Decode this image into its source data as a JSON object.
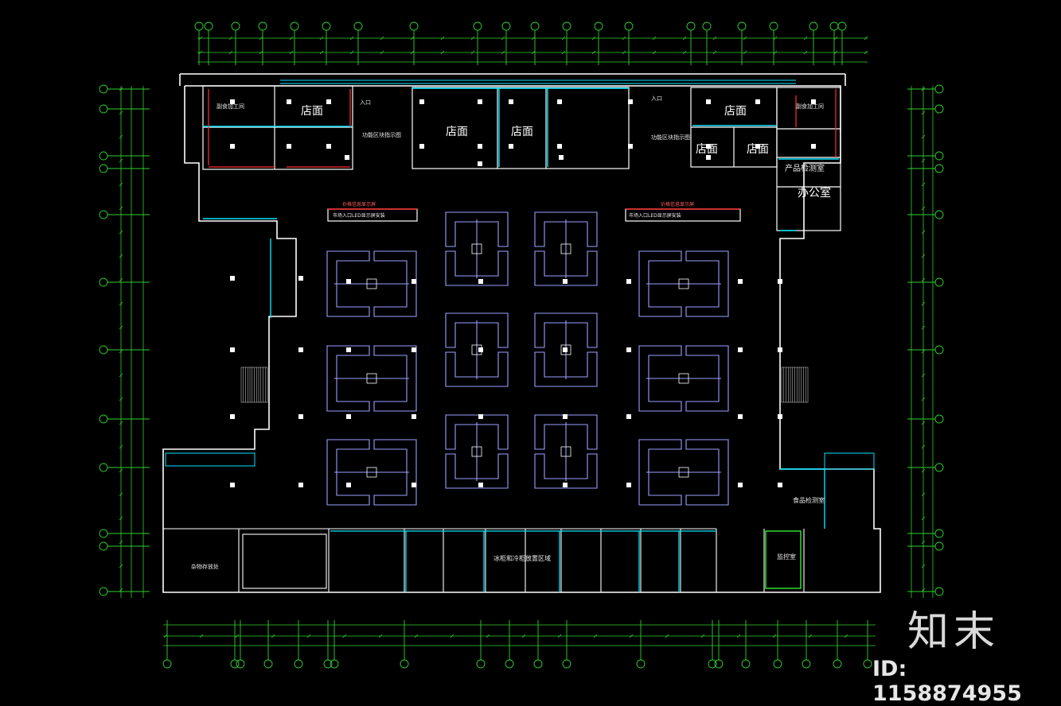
{
  "plan": {
    "rooms": {
      "store_a": "店面",
      "store_b": "店面",
      "store_c": "店面",
      "store_d": "店面",
      "store_e": "店面",
      "store_f": "店面",
      "office": "办公室",
      "inspection": "产品检测室",
      "food_test": "食品检测室",
      "monitor": "监控室"
    },
    "notes": {
      "entrance_a": "入口",
      "entrance_b": "入口",
      "display_a": "功能区块指示图",
      "display_b": "功能区块指示图",
      "price_left": "价格信息显示屏",
      "price_right": "价格信息显示屏",
      "led_left": "市场入口LED显示屏安装",
      "led_right": "市场入口LED显示屏安装",
      "bottom_zone": "冰柜和冷柜放置区域",
      "bottom_left": "杂物存放处",
      "process_room": "副食加工间",
      "process_room_r": "副食加工间"
    }
  }
}
